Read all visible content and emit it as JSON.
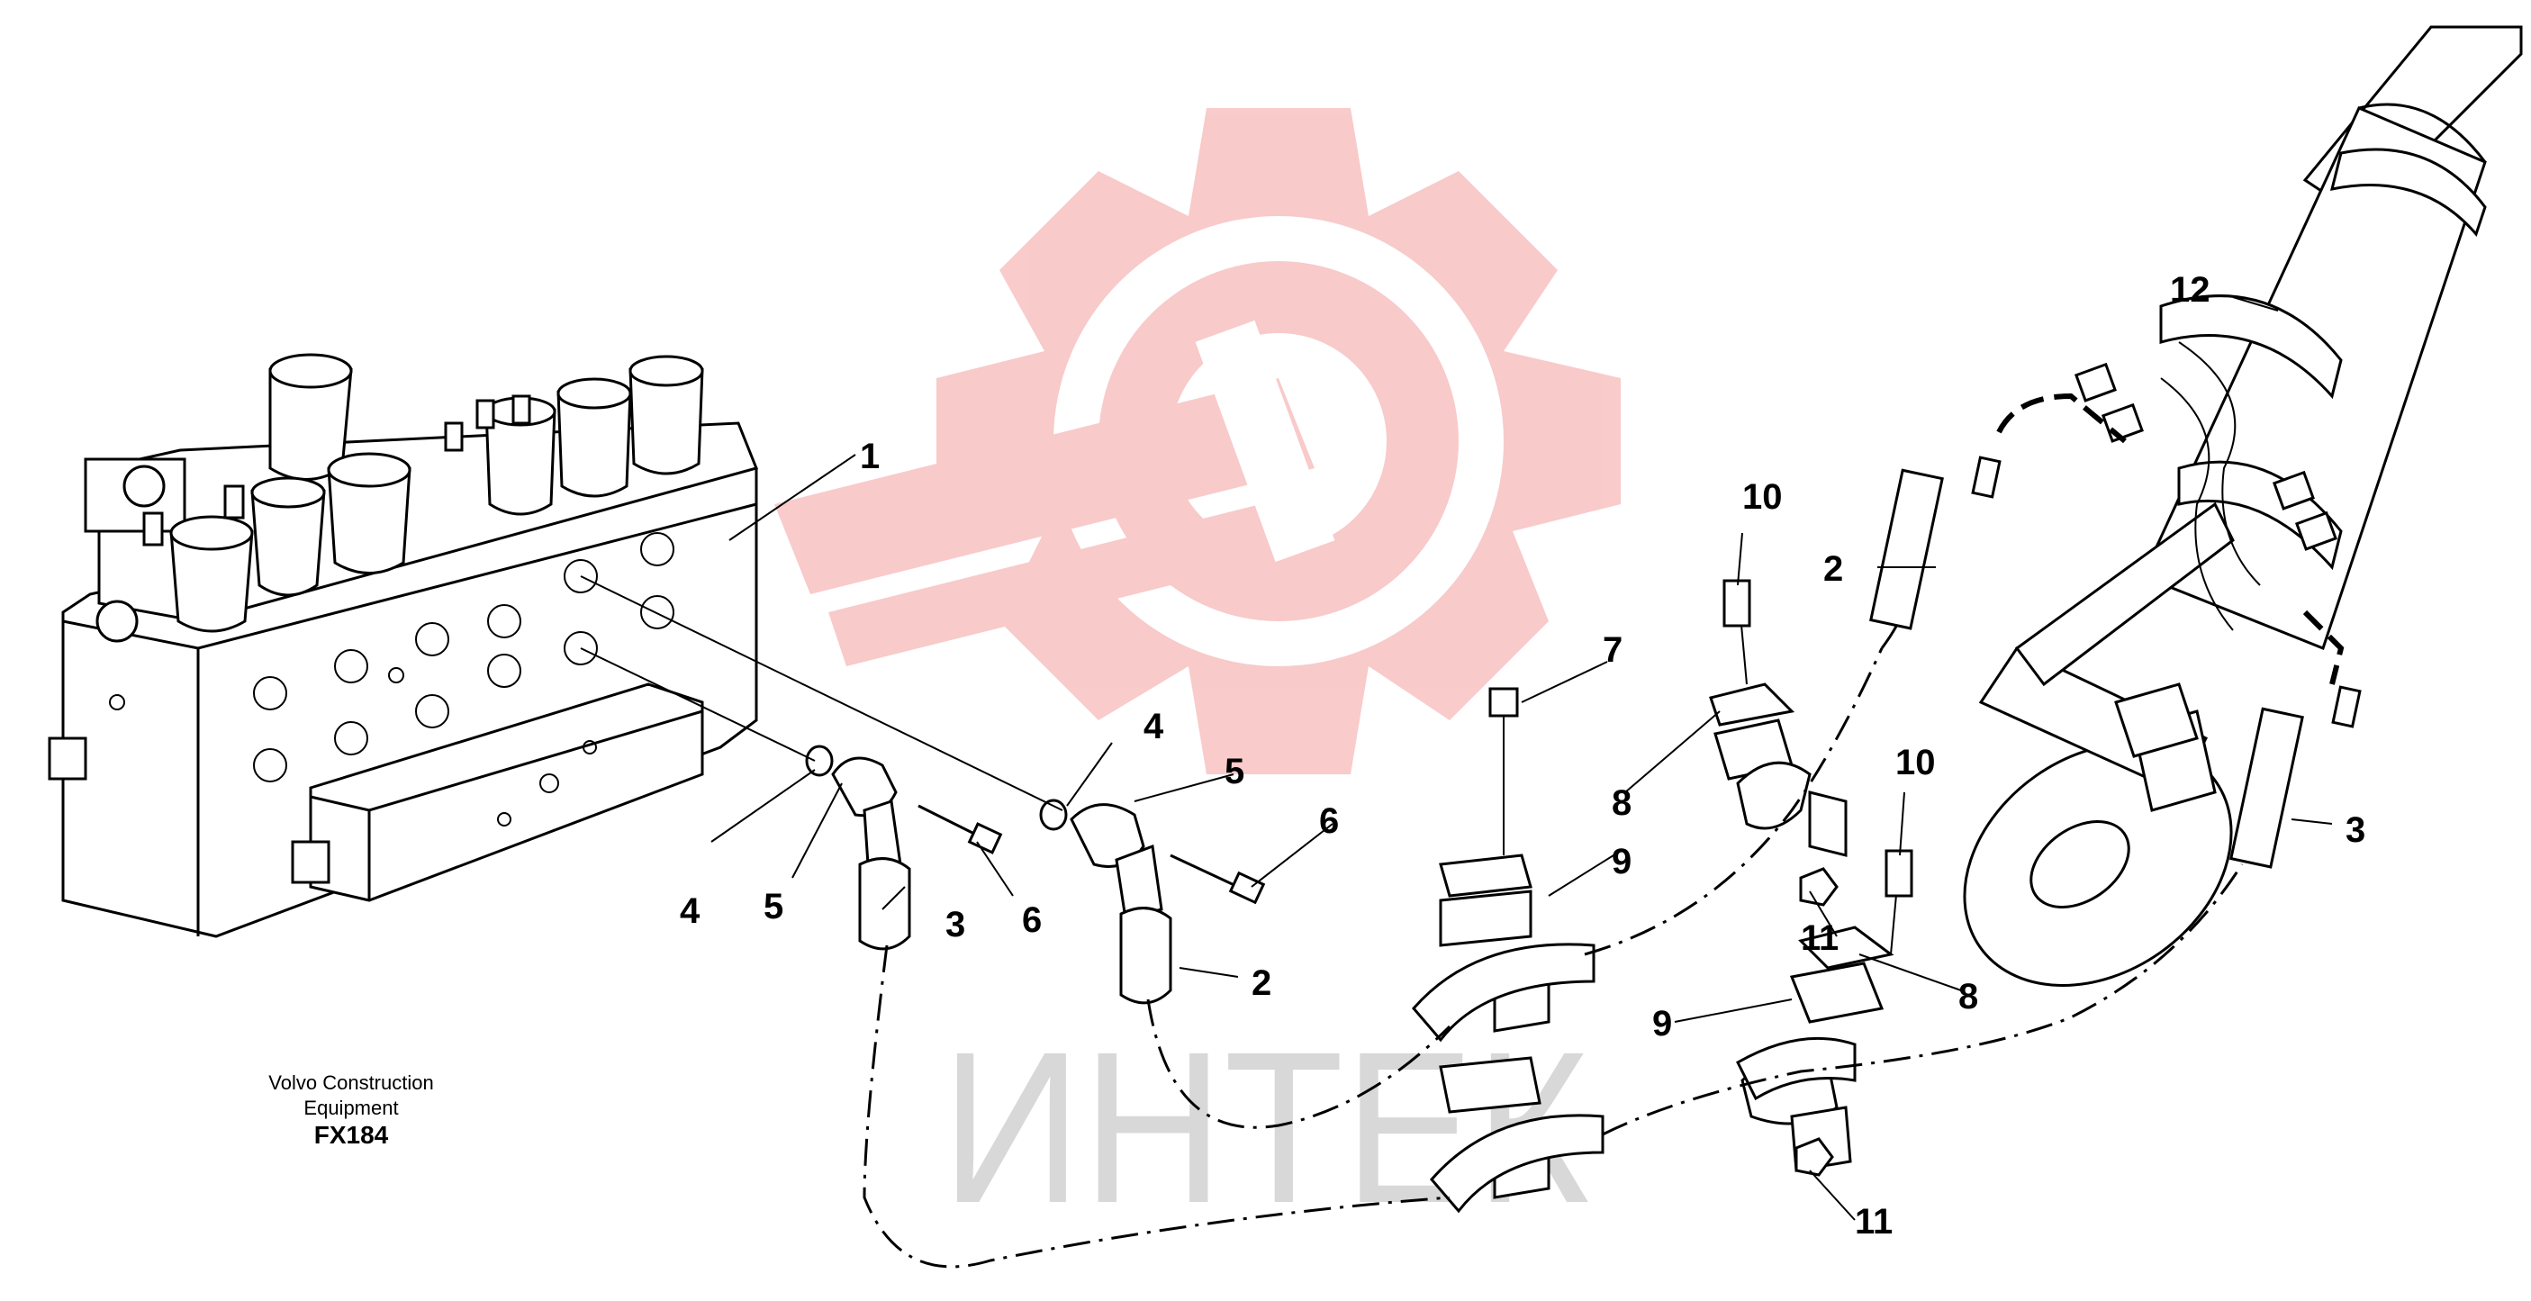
{
  "brand": {
    "credit_line1": "Volvo Construction",
    "credit_line2": "Equipment",
    "figure_code": "FX184",
    "watermark_text": "ИНТЕК",
    "watermark_color": "#f4a0a0",
    "watermark_text_color": "#d8d8d8"
  },
  "callouts": {
    "c1": "1",
    "c2_hose_mid": "2",
    "c2_cyl": "2",
    "c3_hose_left": "3",
    "c3_cyl": "3",
    "c4_left": "4",
    "c4_right": "4",
    "c5_left": "5",
    "c5_right": "5",
    "c6_left": "6",
    "c6_right": "6",
    "c7": "7",
    "c8_upper": "8",
    "c8_lower": "8",
    "c9_upper": "9",
    "c9_lower": "9",
    "c10_upper": "10",
    "c10_lower": "10",
    "c11_upper": "11",
    "c11_lower": "11",
    "c12": "12"
  }
}
